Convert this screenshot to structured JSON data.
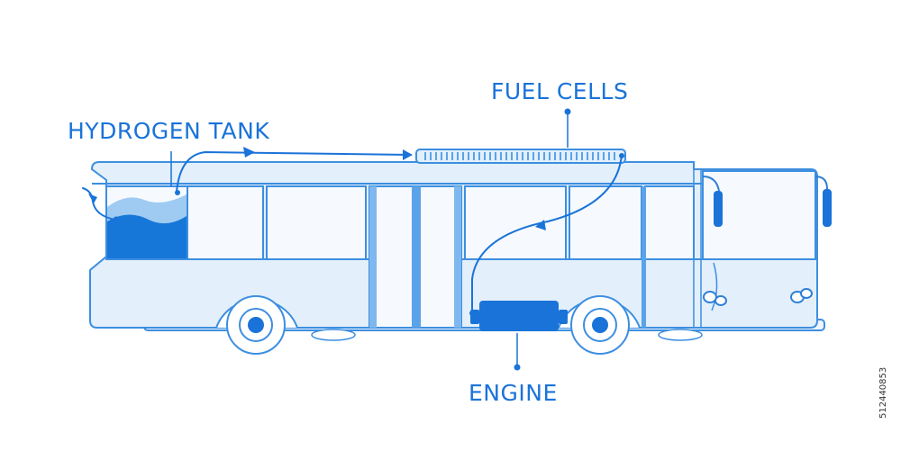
{
  "labels": {
    "fuel_cells": "FUEL CELLS",
    "hydrogen_tank": "HYDROGEN TANK",
    "engine": "ENGINE"
  },
  "stock_id": "512440853",
  "colors": {
    "accent": "#1a73d9",
    "outline": "#3d8fe0",
    "body_fill": "#e3effb",
    "window_fill": "#f6faff",
    "water_dark": "#1677d8",
    "water_light": "#8ec2f0",
    "background": "#ffffff"
  }
}
